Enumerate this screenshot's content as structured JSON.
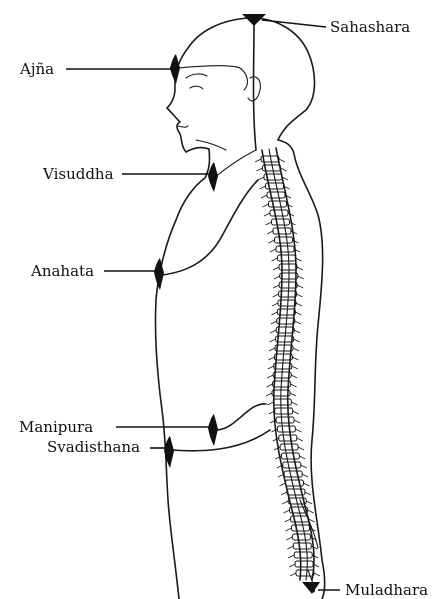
{
  "labels": {
    "sahashara": "Sahashara",
    "ajna": "Ajña",
    "visuddha": "Visuddha",
    "anahata": "Anahata",
    "manipura": "Manipura",
    "svadisthana": "Svadisthana",
    "muladhara": "Muladhara"
  },
  "colors": {
    "ink": "#111111",
    "background": "#ffffff"
  }
}
